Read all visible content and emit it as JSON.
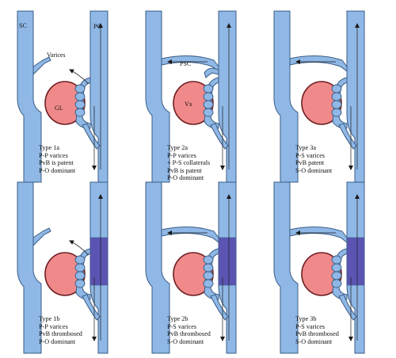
{
  "colors": {
    "vessel_fill": "#8fb8e6",
    "vessel_stroke": "#3b5c85",
    "spleen_fill": "#f08a8a",
    "spleen_stroke": "#6e1e22",
    "thrombus_fill": "#5a4fb0",
    "line": "#1a1a1a",
    "text": "#111111"
  },
  "icons": {
    "arrow": "arrowhead"
  },
  "panels": [
    {
      "id": "1a",
      "labels": {
        "sc": "SC",
        "pc": "PC",
        "varices": "Varices",
        "gl": "GL"
      },
      "caption": [
        "Type 1a",
        "P-P varices",
        "PvB is patent",
        "P-O dominant"
      ]
    },
    {
      "id": "2a",
      "labels": {
        "psc": "PSC",
        "vx": "Vx"
      },
      "caption": [
        "Type 2a",
        "P-P varices",
        "+ P-S collaterals",
        "PvB is patent",
        "P-O dominant"
      ]
    },
    {
      "id": "3a",
      "labels": {},
      "caption": [
        "Type 3a",
        "P-S varices",
        "PvB patent",
        "S-O dominant"
      ]
    },
    {
      "id": "1b",
      "labels": {},
      "caption": [
        "Type 1b",
        "P-P varices",
        "PvB thrombosed",
        "P-O dominant"
      ]
    },
    {
      "id": "2b",
      "labels": {},
      "caption": [
        "Type 2b",
        "P-S varices",
        "PvB thrombosed",
        "S-O dominant"
      ]
    },
    {
      "id": "3b",
      "labels": {},
      "caption": [
        "Type 3b",
        "P-S varices",
        "PvB thrombosed",
        "S-O dominant"
      ]
    }
  ]
}
